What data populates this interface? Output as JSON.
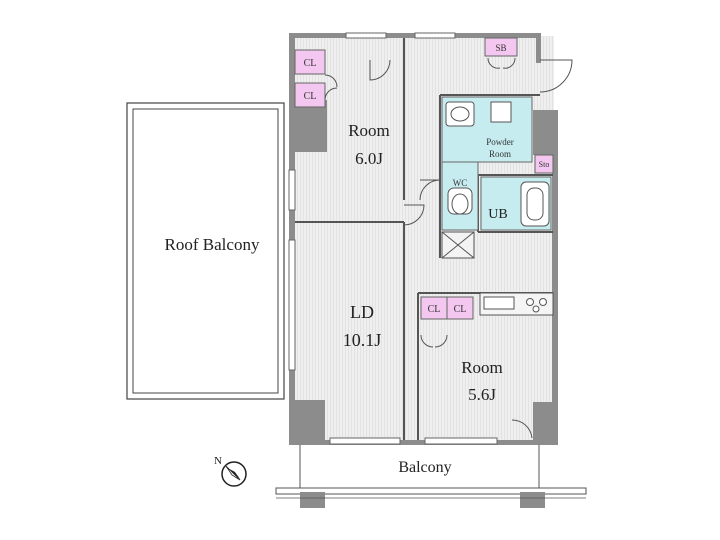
{
  "rooms": {
    "roof_balcony": "Roof Balcony",
    "room1_name": "Room",
    "room1_size": "6.0J",
    "ld_name": "LD",
    "ld_size": "10.1J",
    "room2_name": "Room",
    "room2_size": "5.6J",
    "balcony": "Balcony",
    "powder_room_1": "Powder",
    "powder_room_2": "Room",
    "wc": "WC",
    "ub": "UB"
  },
  "storage": {
    "cl": "CL",
    "sb": "SB",
    "sto": "Sto"
  },
  "compass": {
    "north": "N"
  },
  "colors": {
    "wall": "#8a8a8a",
    "floor": "#eeeeee",
    "closet": "#f2c6ef",
    "wet_area": "#c4ecef",
    "outline": "#333333"
  }
}
